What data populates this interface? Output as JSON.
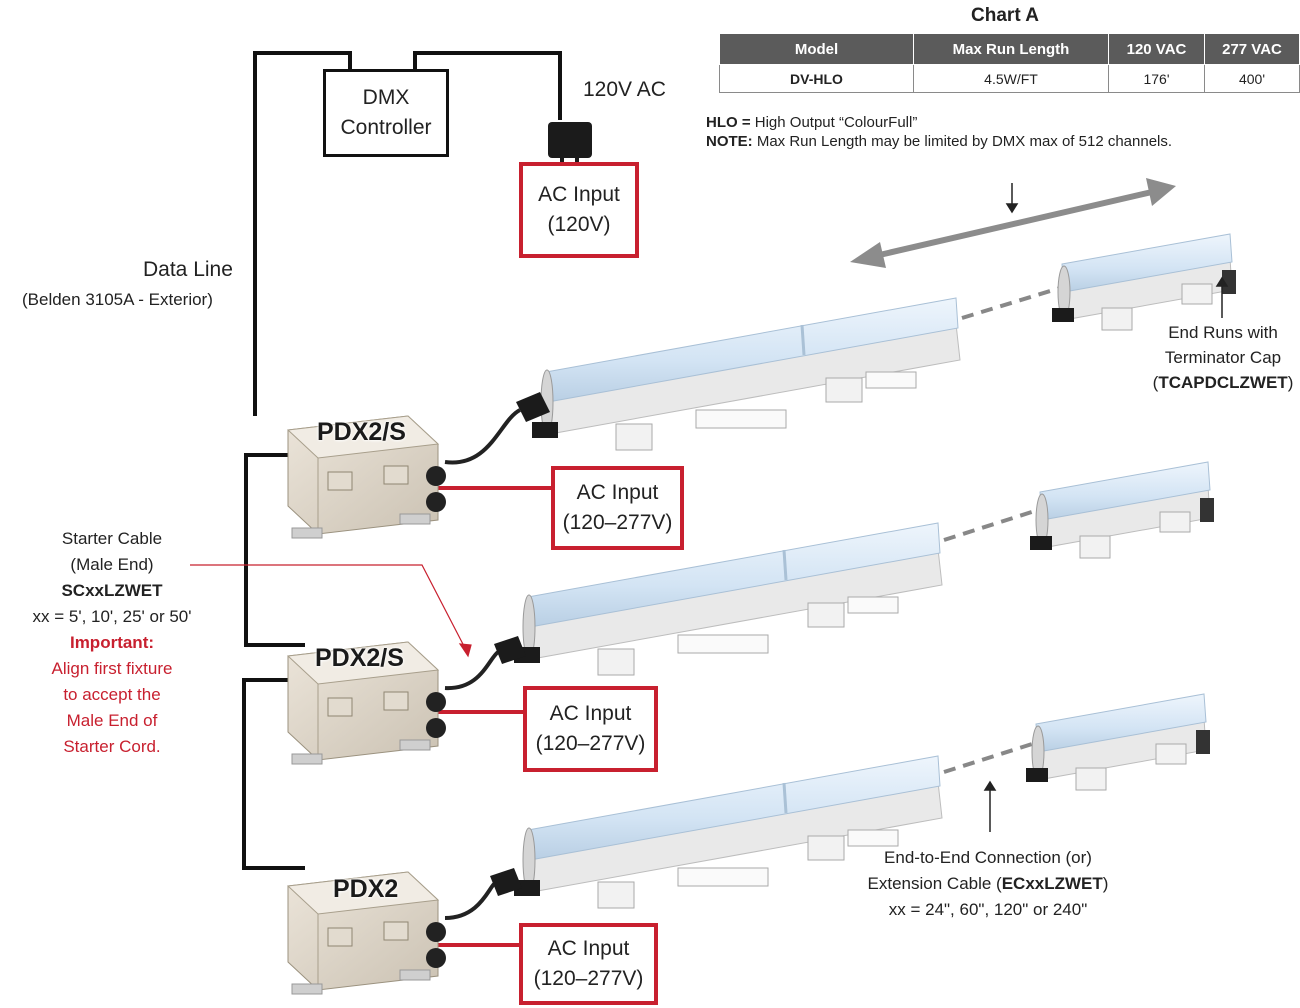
{
  "dmx_controller": {
    "line1": "DMX",
    "line2": "Controller"
  },
  "power_label": "120V AC",
  "ac_input_top": {
    "line1": "AC Input",
    "line2": "(120V)"
  },
  "data_line": {
    "line1": "Data Line",
    "line2": "(Belden 3105A - Exterior)"
  },
  "pdx_labels": [
    "PDX2/S",
    "PDX2/S",
    "PDX2"
  ],
  "ac_inputs": [
    {
      "line1": "AC Input",
      "line2": "(120–277V)"
    },
    {
      "line1": "AC Input",
      "line2": "(120–277V)"
    },
    {
      "line1": "AC Input",
      "line2": "(120–277V)"
    }
  ],
  "starter": {
    "line1": "Starter Cable",
    "line2": "(Male End)",
    "part": "SCxxLZWET",
    "lengths": "xx = 5', 10', 25' or 50'",
    "important_label": "Important:",
    "important_lines": [
      "Align first fixture",
      "to accept the",
      "Male End of",
      "Starter Cord."
    ]
  },
  "end_runs": {
    "line1": "End Runs with",
    "line2": "Terminator Cap",
    "part": "TCAPDCLZWET"
  },
  "end_to_end": {
    "line1": "End-to-End Connection (or)",
    "line2_prefix": "Extension Cable (",
    "part": "ECxxLZWET",
    "line2_suffix": ")",
    "lengths": "xx = 24\", 60\", 120\" or 240\""
  },
  "chart": {
    "title": "Chart A",
    "headers": [
      "Model",
      "Max Run Length",
      "120 VAC",
      "277 VAC"
    ],
    "rows": [
      [
        "DV-HLO",
        "4.5W/FT",
        "176'",
        "400'"
      ]
    ]
  },
  "notes": {
    "hlo_label": "HLO =",
    "hlo_text": " High Output “ColourFull”",
    "note_label": "NOTE:",
    "note_text": " Max Run Length may be limited by DMX max of 512 channels."
  },
  "colors": {
    "accent_red": "#c8202f",
    "wire_black": "#111111",
    "fixture_blue": "#dce9f7",
    "arrow_gray": "#8c8c8c",
    "header_gray": "#5b5b5b"
  }
}
